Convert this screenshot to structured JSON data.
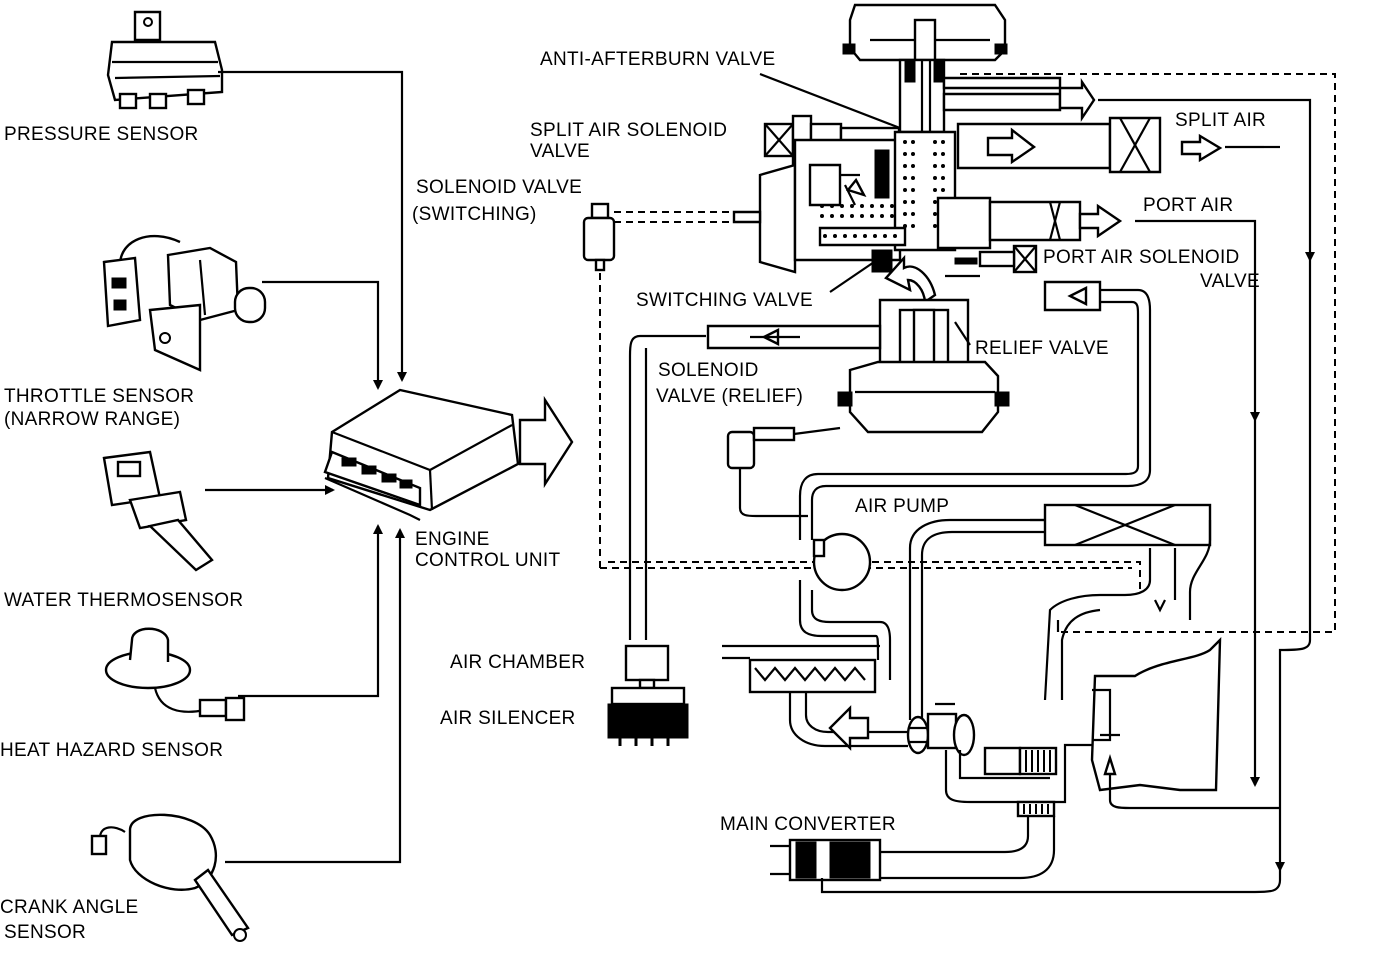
{
  "labels": {
    "pressure_sensor": "PRESSURE SENSOR",
    "throttle_sensor_1": "THROTTLE SENSOR",
    "throttle_sensor_2": "(NARROW RANGE)",
    "water_thermosensor": "WATER THERMOSENSOR",
    "heat_hazard_sensor": "HEAT HAZARD SENSOR",
    "crank_angle_sensor_1": "CRANK ANGLE",
    "crank_angle_sensor_2": "SENSOR",
    "engine_control_unit_1": "ENGINE",
    "engine_control_unit_2": "CONTROL UNIT",
    "anti_afterburn_valve": "ANTI-AFTERBURN VALVE",
    "split_air_solenoid_valve_1": "SPLIT AIR SOLENOID",
    "split_air_solenoid_valve_2": "VALVE",
    "solenoid_valve_switching_1": "SOLENOID VALVE",
    "solenoid_valve_switching_2": "(SWITCHING)",
    "split_air": "SPLIT AIR",
    "port_air": "PORT AIR",
    "port_air_solenoid_valve_1": "PORT AIR SOLENOID",
    "port_air_solenoid_valve_2": "VALVE",
    "switching_valve": "SWITCHING VALVE",
    "relief_valve": "RELIEF VALVE",
    "solenoid_valve_relief_1": "SOLENOID",
    "solenoid_valve_relief_2": "VALVE (RELIEF)",
    "air_pump": "AIR PUMP",
    "air_chamber": "AIR CHAMBER",
    "air_silencer": "AIR SILENCER",
    "main_converter": "MAIN CONVERTER"
  }
}
